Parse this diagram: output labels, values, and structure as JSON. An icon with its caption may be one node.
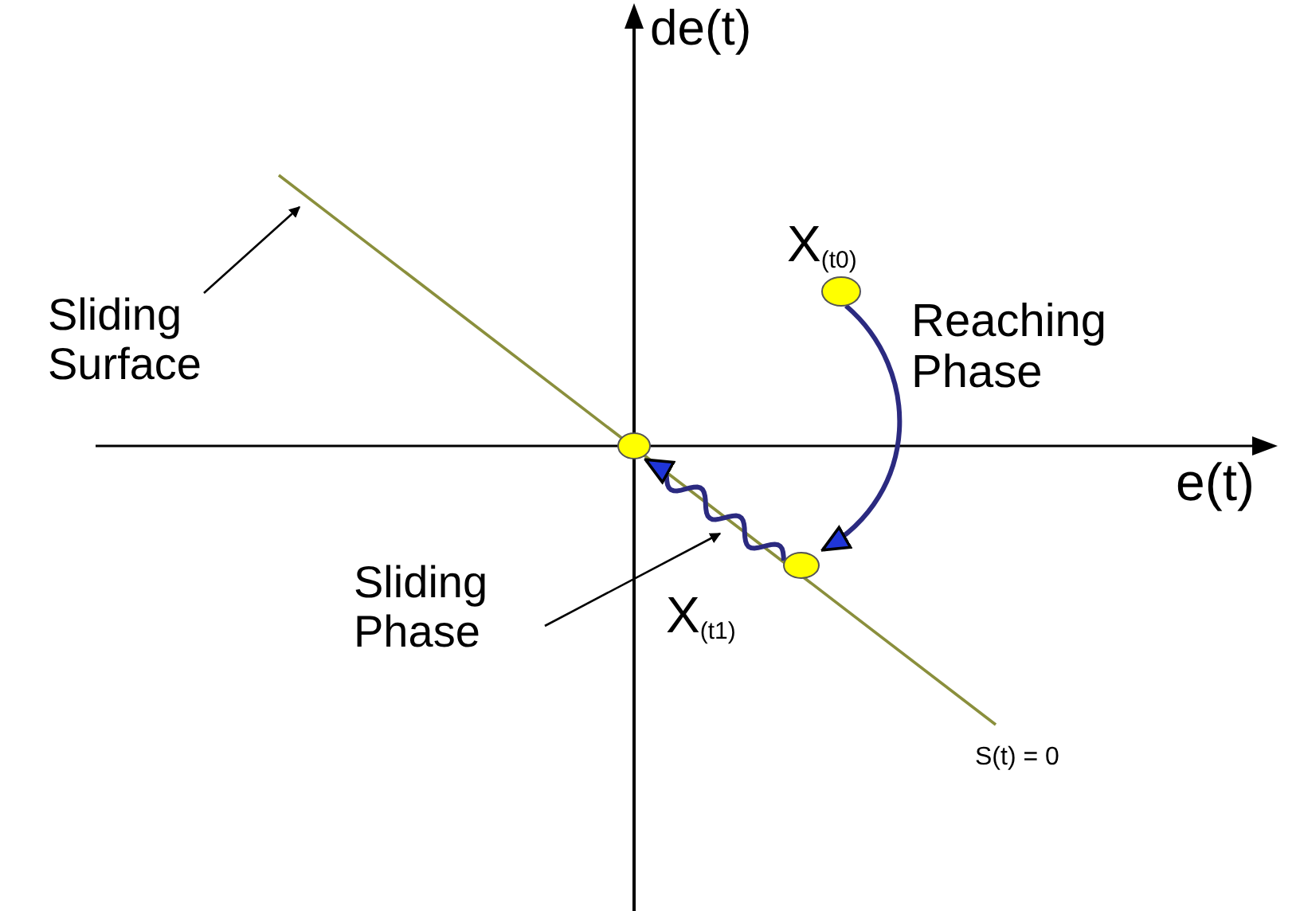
{
  "diagram": {
    "nodes": [
      {
        "text": [],
        "shape": "circle",
        "beside": [
          "X$_{(t0)}$"
        ]
      },
      {
        "text": [],
        "shape": "circle",
        "beside": [
          "X$_{(t1)}$"
        ]
      },
      {
        "text": [],
        "shape": "circle"
      },
      {
        "text": [
          "Sliding Surface"
        ]
      },
      {
        "text": [
          "Sliding Phase"
        ]
      }
    ],
    "edges": [
      {
        "from": 0,
        "to": 1,
        "arrow": "to",
        "label": "Reaching Phase",
        "color": "#2b2a80",
        "style": "thick"
      },
      {
        "from": 1,
        "to": 2,
        "arrow": "to",
        "color": "#2b2a80",
        "style": "thick"
      },
      {
        "from": 3,
        "to": null,
        "arrow": "to",
        "color": "#000000"
      },
      {
        "from": 4,
        "to": null,
        "arrow": "to",
        "color": "#000000"
      }
    ],
    "labels": [
      "de(t)",
      "e(t)",
      "S(t) = 0"
    ]
  }
}
